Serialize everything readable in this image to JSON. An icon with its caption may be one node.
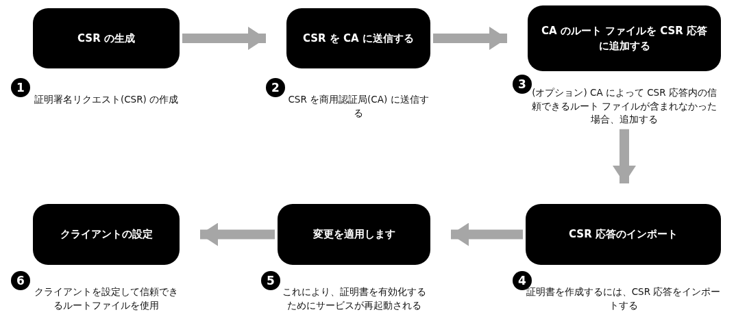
{
  "diagram": {
    "nodes": [
      {
        "text": [
          "CSR の生成"
        ],
        "beside": [
          "1",
          "証明署名リクエスト(CSR) の作成"
        ]
      },
      {
        "text": [
          "CSR を CA に送信する"
        ],
        "beside": [
          "2",
          "CSR を商用認証局(CA) に送信する"
        ]
      },
      {
        "text": [
          "CA のルート ファイルを CSR 応答に追加する"
        ],
        "beside": [
          "3",
          "(オプション) CA によって CSR 応答内の信頼できるルート ファイルが含まれなかった場合、追加する"
        ]
      },
      {
        "text": [
          "CSR 応答のインポート"
        ],
        "beside": [
          "4",
          "証明書を作成するには、CSR 応答をインポートする"
        ]
      },
      {
        "text": [
          "変更を適用します"
        ],
        "beside": [
          "5",
          "これにより、証明書を有効化するためにサービスが再起動される"
        ]
      },
      {
        "text": [
          "クライアントの設定"
        ],
        "beside": [
          "6",
          "クライアントを設定して信頼できるルートファイルを使用"
        ]
      }
    ],
    "edges": [
      {
        "from": 0,
        "to": 1,
        "arrow": "to"
      },
      {
        "from": 1,
        "to": 2,
        "arrow": "to"
      },
      {
        "from": 2,
        "to": 3,
        "arrow": "to"
      },
      {
        "from": 3,
        "to": 4,
        "arrow": "to"
      },
      {
        "from": 4,
        "to": 5,
        "arrow": "to"
      }
    ]
  }
}
